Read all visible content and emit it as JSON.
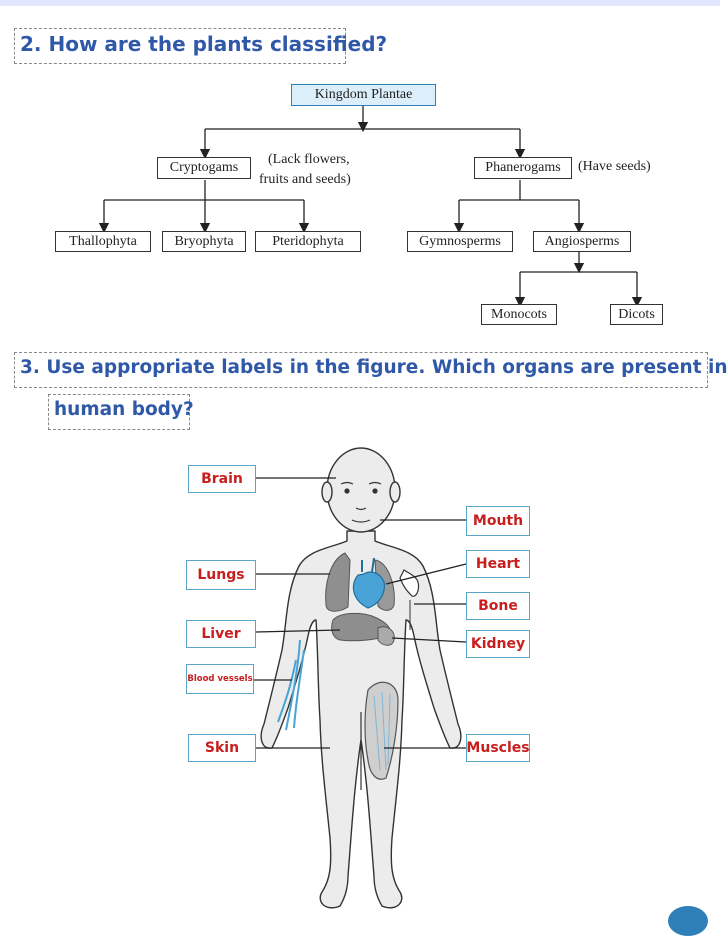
{
  "question2": {
    "text": "2.  How are the plants classified?"
  },
  "classification": {
    "root": "Kingdom Plantae",
    "cryptogams": "Cryptogams",
    "cryptogams_note_line1": "(Lack flowers,",
    "cryptogams_note_line2": "fruits and seeds)",
    "phanerogams": "Phanerogams",
    "phanerogams_note": "(Have seeds)",
    "thallophyta": "Thallophyta",
    "bryophyta": "Bryophyta",
    "pteridophyta": "Pteridophyta",
    "gymnosperms": "Gymnosperms",
    "angiosperms": "Angiosperms",
    "monocots": "Monocots",
    "dicots": "Dicots"
  },
  "question3": {
    "line1": "3.  Use appropriate labels in the figure. Which organs are present in",
    "line2": "human body?"
  },
  "body_labels": {
    "brain": "Brain",
    "lungs": "Lungs",
    "liver": "Liver",
    "blood_vessels": "Blood vessels",
    "skin": "Skin",
    "mouth": "Mouth",
    "heart": "Heart",
    "bone": "Bone",
    "kidney": "Kidney",
    "muscles": "Muscles"
  },
  "colors": {
    "heading": "#2f59a8",
    "label_text": "#c81e1e",
    "label_border": "#5aa6c9",
    "root_fill": "#dbeefa"
  }
}
